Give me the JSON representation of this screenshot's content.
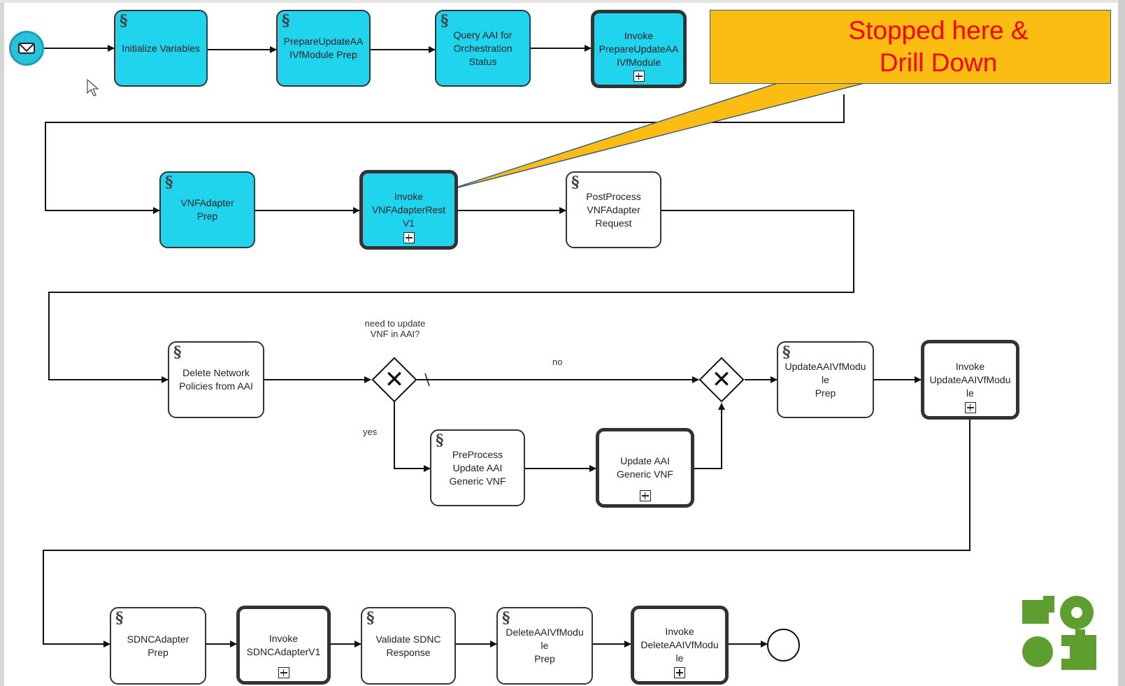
{
  "diagram": {
    "callout": {
      "text": "Stopped here &\nDrill Down"
    },
    "tasks": {
      "initialize_variables": "Initialize Variables",
      "prepare_update_prep": "PrepareUpdateAA\nIVfModule Prep",
      "query_aai": "Query AAI for\nOrchestration\nStatus",
      "invoke_prepare_update": "Invoke\nPrepareUpdateAA\nIVfModule",
      "vnf_adapter_prep": "VNFAdapter\nPrep",
      "invoke_vnf_adapter_rest": "Invoke\nVNFAdapterRest\nV1",
      "postprocess_vnf_adapter": "PostProcess\nVNFAdapter\nRequest",
      "delete_network_policies": "Delete Network\nPolicies from AAI",
      "preprocess_update_aai": "PreProcess\nUpdate AAI\nGeneric VNF",
      "update_aai_generic_vnf": "Update AAI\nGeneric VNF",
      "update_aai_vfmodule_prep": "UpdateAAIVfModu\nle\nPrep",
      "invoke_update_aai_vfmodule": "Invoke\nUpdateAAIVfModu\nle",
      "sdnc_adapter_prep": "SDNCAdapter\nPrep",
      "invoke_sdnc_adapter": "Invoke\nSDNCAdapterV1",
      "validate_sdnc_response": "Validate SDNC\nResponse",
      "delete_aai_vfmodule_prep": "DeleteAAIVfModu\nle\nPrep",
      "invoke_delete_aai_vfmodule": "Invoke\nDeleteAAIVfModu\nle"
    },
    "labels": {
      "gateway_question": "need to update\nVNF in AAI?",
      "no": "no",
      "yes": "yes"
    },
    "colors": {
      "active_task": "#20d4ee",
      "callout_fill": "#fbbd12",
      "callout_text": "#ff0000",
      "logo_green": "#5e9e2e"
    },
    "icons": {
      "start": "envelope-icon",
      "script": "script-icon",
      "subprocess": "plus-icon",
      "logo": "gears-logo-icon"
    }
  }
}
